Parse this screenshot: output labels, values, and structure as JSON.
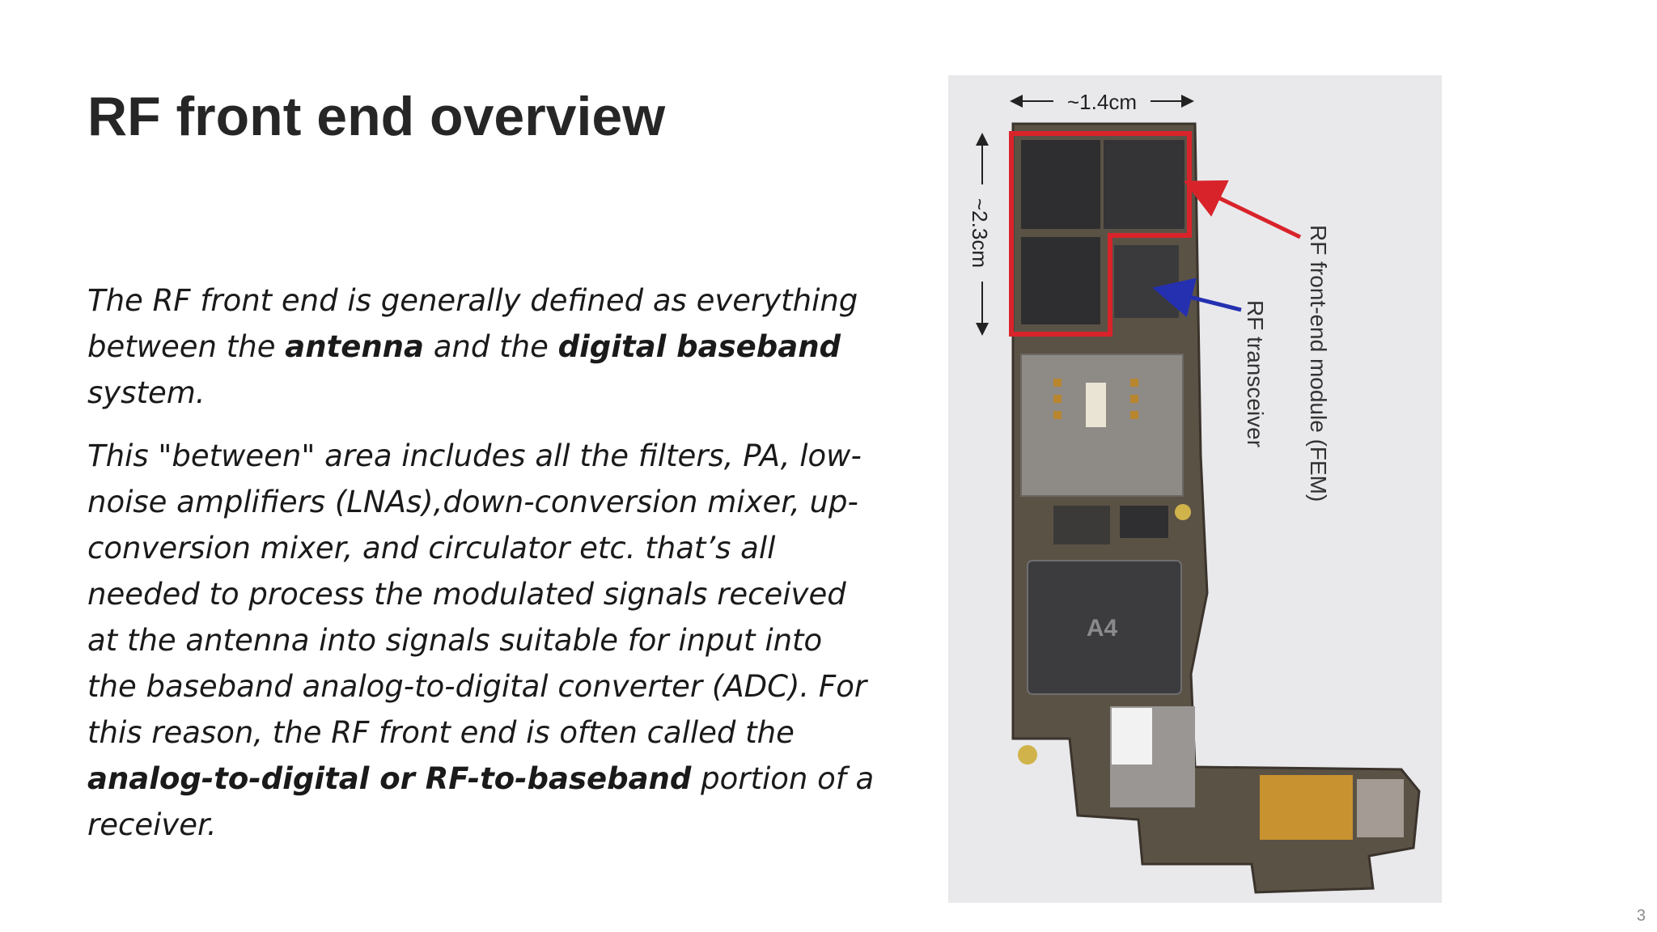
{
  "slide": {
    "title": "RF front end overview",
    "paragraph1": {
      "t1": "The RF front end is generally defined as everything between the ",
      "b1": "antenna",
      "t2": " and the ",
      "b2": "digital baseband",
      "t3": " system."
    },
    "paragraph2": {
      "t1": "This \"between\" area includes all the filters, PA, low-noise amplifiers (LNAs),down-conversion mixer, up-conversion mixer, and circulator etc. that’s all  needed to process the modulated signals received at the antenna into signals suitable for input into the baseband analog-to-digital converter (ADC). For this reason, the RF front end is often called the ",
      "b1": "analog-to-digital or RF-to-baseband",
      "t2": " portion of a receiver."
    },
    "page_number": "3"
  },
  "figure": {
    "width_label": "~1.4cm",
    "height_label": "~2.3cm",
    "fem_label": "RF front-end module (FEM)",
    "transceiver_label": "RF transceiver",
    "chip_label": "A4",
    "colors": {
      "fem_outline": "#d9232a",
      "transceiver_arrow": "#2430b0",
      "board": "#5b5246",
      "shield": "#3a3a3c"
    }
  }
}
